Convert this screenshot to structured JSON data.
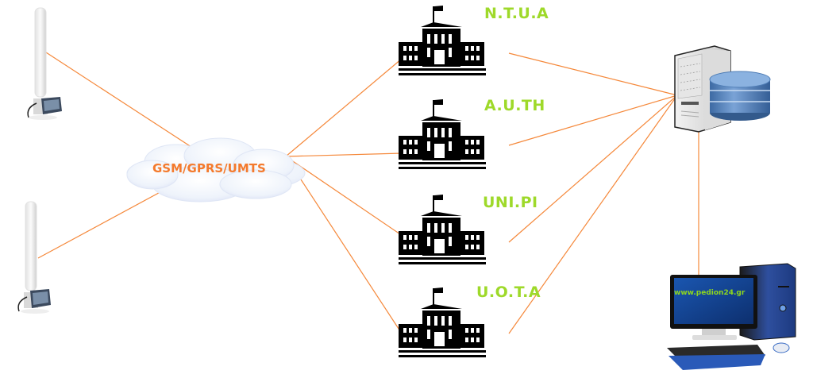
{
  "colors": {
    "link": "#f5883a",
    "label_green": "#9ed92a",
    "cloud_label": "#f47a2c",
    "building": "#000000",
    "db_blue": "#4f7db5",
    "screen_blue": "#123f8a",
    "screen_text": "#8ed61e"
  },
  "stations": [
    {
      "id": "station-1",
      "icon": "weather-station-icon"
    },
    {
      "id": "station-2",
      "icon": "weather-station-icon"
    }
  ],
  "network": {
    "label": "GSM/GPRS/UMTS",
    "icon": "cloud-icon"
  },
  "universities": [
    {
      "label": "N.T.U.A",
      "icon": "university-building-icon"
    },
    {
      "label": "A.U.TH",
      "icon": "university-building-icon"
    },
    {
      "label": "UNI.PI",
      "icon": "university-building-icon"
    },
    {
      "label": "U.O.T.A",
      "icon": "university-building-icon"
    }
  ],
  "server": {
    "icon": "database-server-icon"
  },
  "client": {
    "icon": "desktop-computer-icon",
    "screen_text": "www.pedion24.gr"
  }
}
